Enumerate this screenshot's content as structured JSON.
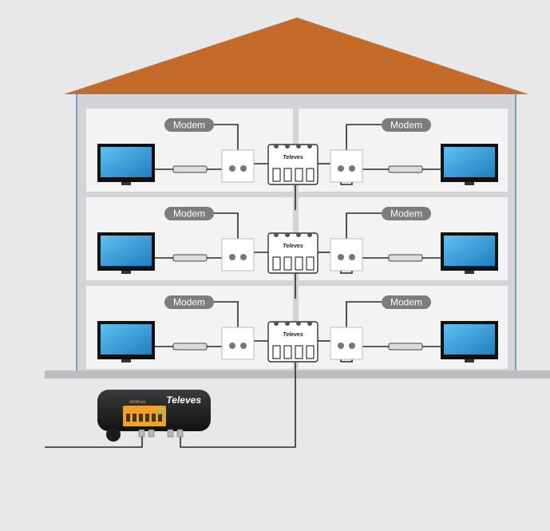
{
  "modem_label": "Modem",
  "brand": "Televes",
  "amplifier": {
    "brand": "Televes",
    "product_line": "MiNiKom"
  },
  "colors": {
    "background": "#e8e8e9",
    "roof": "#c46a2a",
    "house_wall": "#d4d4d6",
    "room": "#f3f3f4",
    "screen": "#3aa2dc",
    "accent": "#f0a12a",
    "cable": "#2a2a2a",
    "modem_badge": "#7d7d7f"
  },
  "floors": [
    {
      "left_modem": "Modem",
      "right_modem": "Modem"
    },
    {
      "left_modem": "Modem",
      "right_modem": "Modem"
    },
    {
      "left_modem": "Modem",
      "right_modem": "Modem"
    }
  ]
}
